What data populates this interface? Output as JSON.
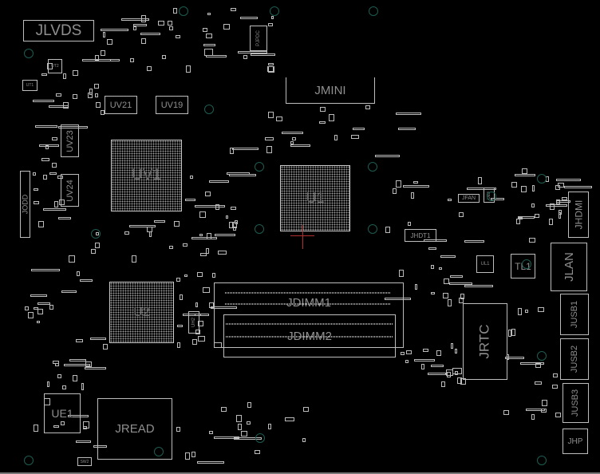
{
  "board": {
    "components": {
      "jlvds": "JLVDS",
      "ut2": "UT2",
      "ut1": "UT1",
      "uv21": "UV21",
      "uv19": "UV19",
      "uv23": "UV23",
      "uv24": "UV24",
      "uv1": "UV1",
      "jodd": "JODD",
      "pjpdc": "PJPDC",
      "jmini": "JMINI",
      "u1": "U1",
      "jfan": "JFAN",
      "ue3": "UE3",
      "jhdmi": "JHDMI",
      "jhdt1": "JHDT1",
      "ul1": "UL1",
      "tl1": "TL1",
      "jlan": "JLAN",
      "jusb1": "JUSB1",
      "jusb2": "JUSB2",
      "jusb3": "JUSB3",
      "jrtc": "JRTC",
      "jdimm1": "JDIMM1",
      "jdimm2": "JDIMM2",
      "u2": "U2",
      "uh2": "UH2",
      "ue1": "UE1",
      "jread": "JREAD",
      "jhp": "JHP",
      "sw2": "SW2"
    },
    "colors": {
      "background": "#000000",
      "outline": "#bdbdbd",
      "label": "#8f8f8f",
      "mounting_hole": "#1d5c50",
      "cursor": "#b03030"
    }
  }
}
